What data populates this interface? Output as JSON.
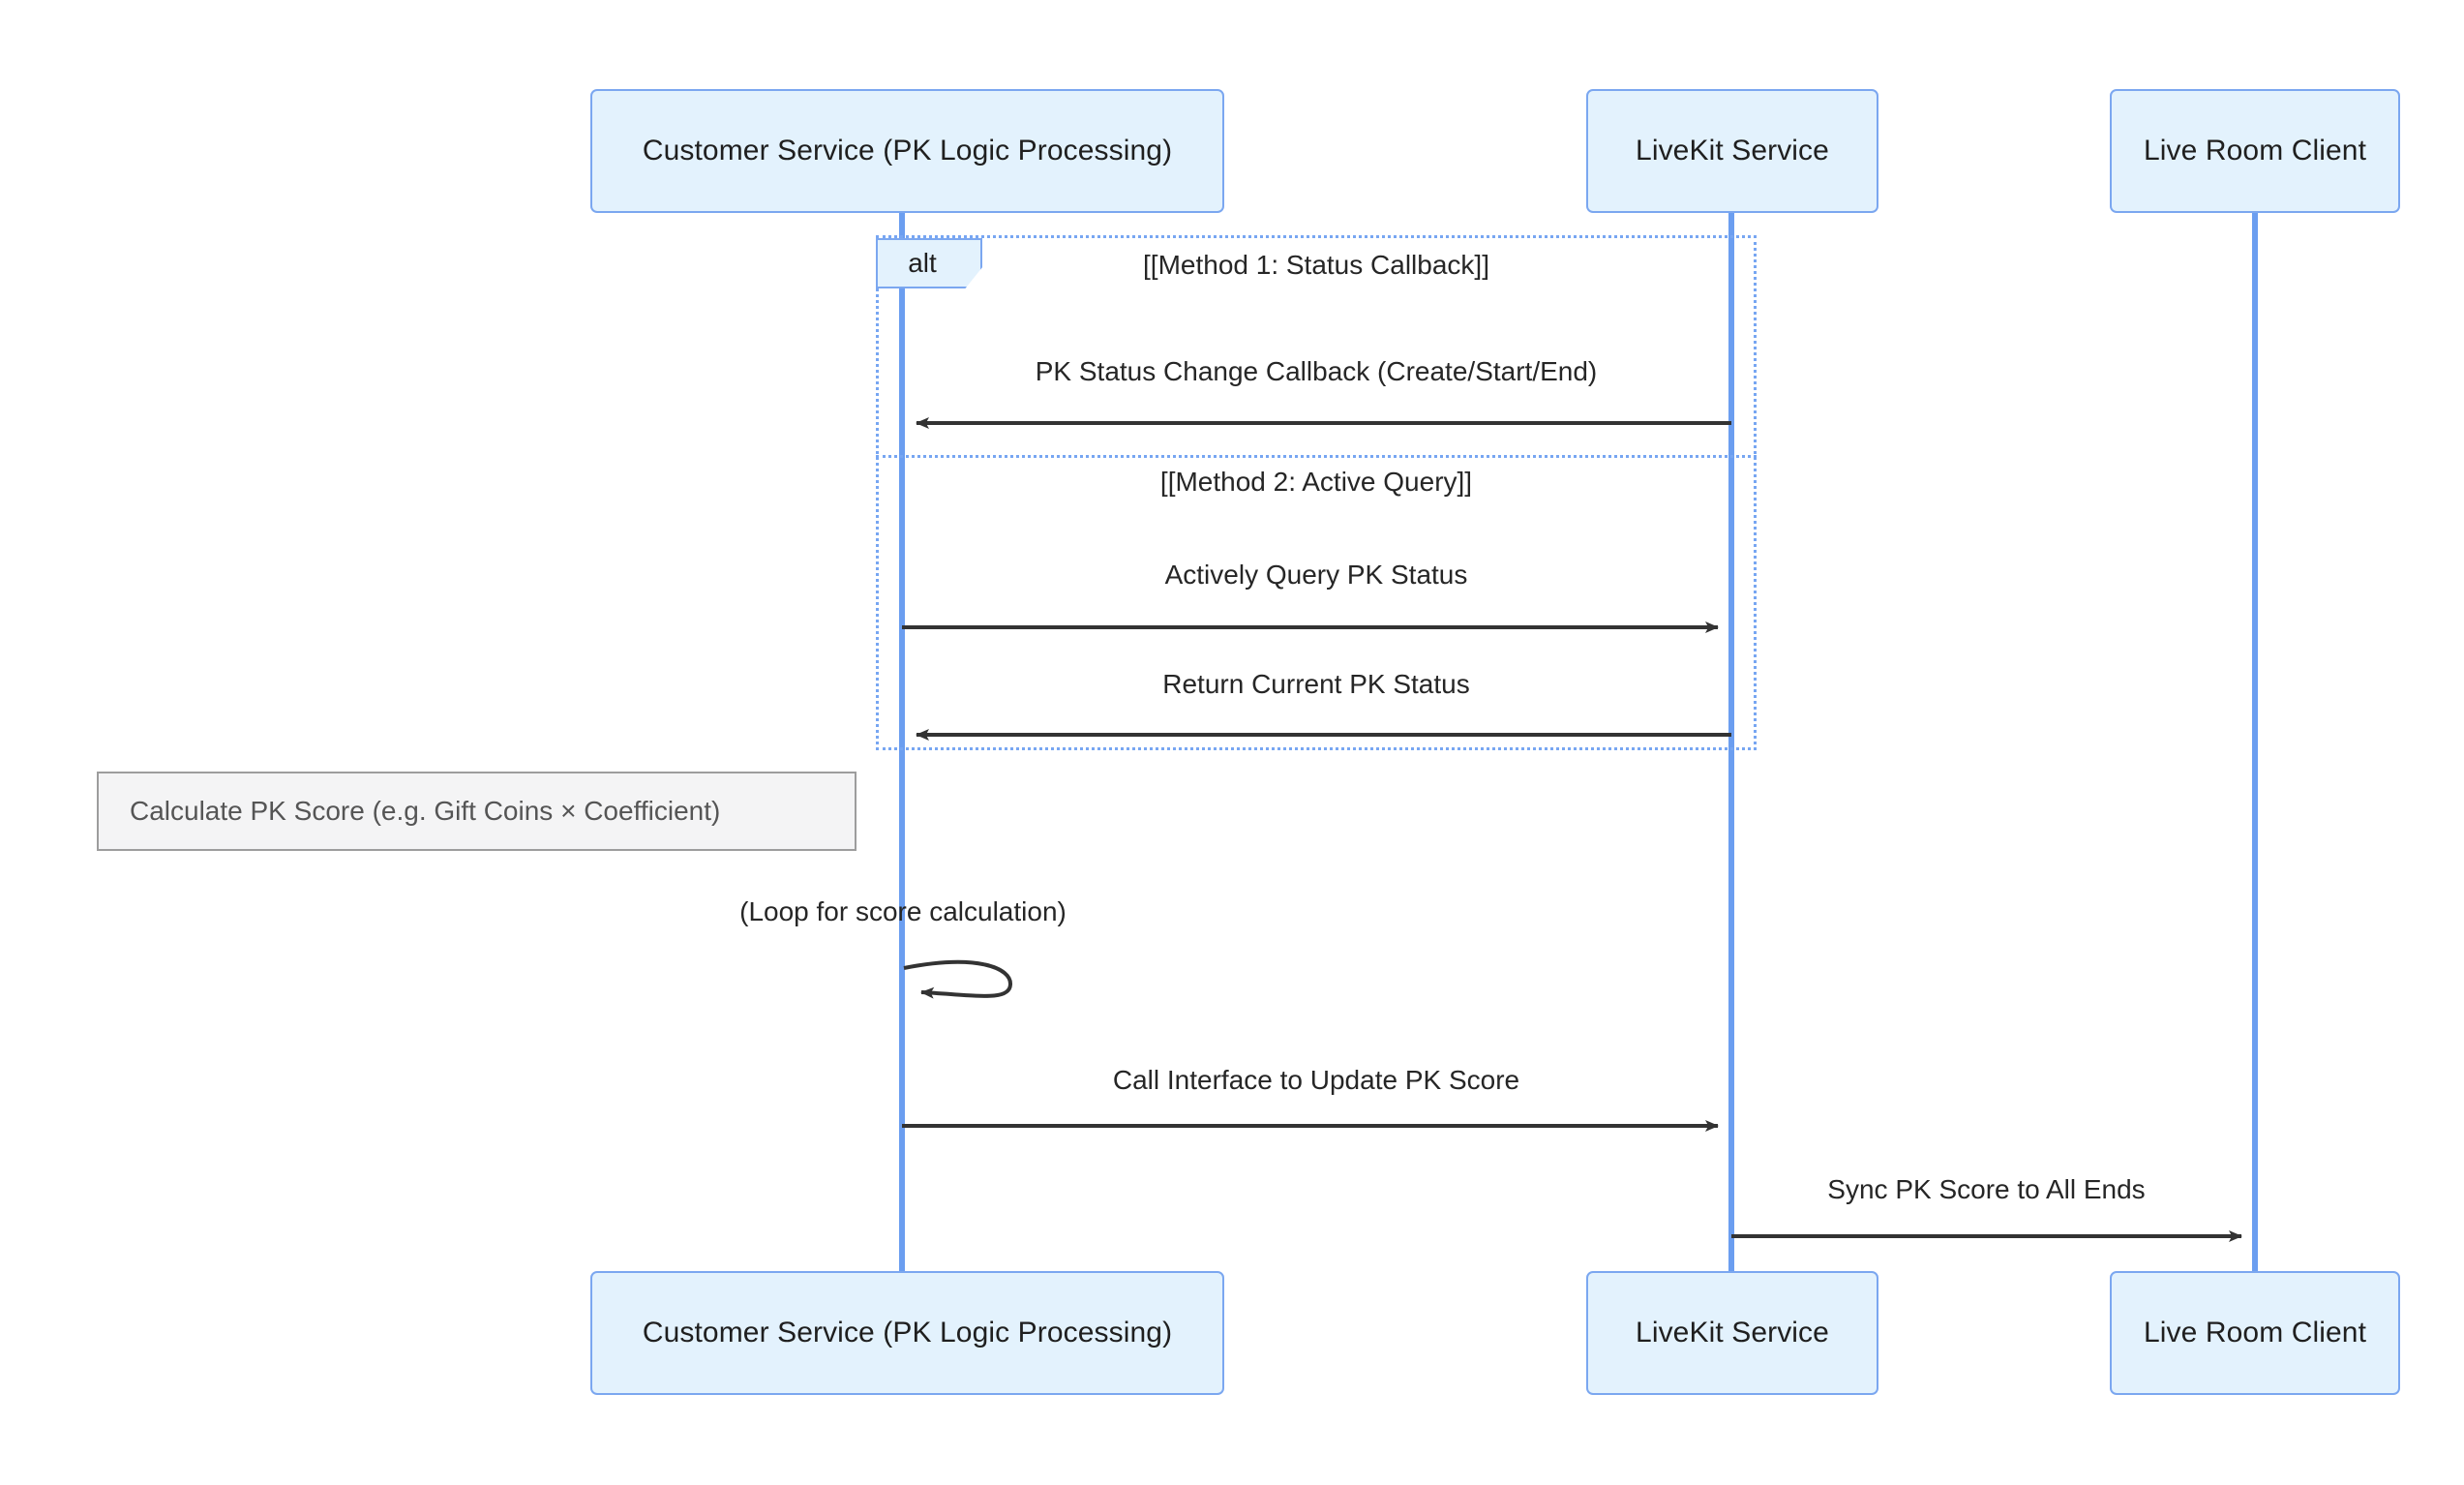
{
  "diagram": {
    "type": "sequence-diagram",
    "title": "PK Score Sync Sequence",
    "colors": {
      "participant_fill": "#e3f2fd",
      "participant_border": "#7ba7f0",
      "lifeline": "#6b9ef0",
      "fragment_border": "#77a6f2",
      "arrow": "#333333",
      "note_fill": "#f4f4f5",
      "note_border": "#9d9d9d",
      "note_text": "#555555",
      "label_text": "#262626"
    }
  },
  "participants": [
    {
      "id": "customer-service",
      "label": "Customer Service (PK Logic Processing)"
    },
    {
      "id": "livekit-service",
      "label": "LiveKit Service"
    },
    {
      "id": "live-room-client",
      "label": "Live Room Client"
    }
  ],
  "fragments": [
    {
      "id": "alt-pk-status",
      "kind": "alt",
      "tab_label": "alt",
      "sections": [
        {
          "label": "[[Method 1: Status Callback]]"
        },
        {
          "label": "[[Method 2: Active Query]]"
        }
      ]
    }
  ],
  "messages": [
    {
      "id": "m1",
      "label": "PK Status Change Callback (Create/Start/End)",
      "from": "livekit-service",
      "to": "customer-service",
      "direction": "left",
      "style": "solid"
    },
    {
      "id": "m2",
      "label": "Actively Query PK Status",
      "from": "customer-service",
      "to": "livekit-service",
      "direction": "right",
      "style": "solid"
    },
    {
      "id": "m3",
      "label": "Return Current PK Status",
      "from": "livekit-service",
      "to": "customer-service",
      "direction": "left",
      "style": "solid"
    },
    {
      "id": "m4",
      "label": "(Loop for score calculation)",
      "from": "customer-service",
      "to": "customer-service",
      "direction": "self",
      "style": "solid"
    },
    {
      "id": "m5",
      "label": "Call Interface to Update PK Score",
      "from": "customer-service",
      "to": "livekit-service",
      "direction": "right",
      "style": "solid"
    },
    {
      "id": "m6",
      "label": "Sync PK Score to All Ends",
      "from": "livekit-service",
      "to": "live-room-client",
      "direction": "right",
      "style": "solid"
    }
  ],
  "notes": [
    {
      "id": "note-calculate-score",
      "label": "Calculate PK Score (e.g. Gift Coins × Coefficient)",
      "attached_to": "customer-service",
      "position": "left"
    }
  ]
}
